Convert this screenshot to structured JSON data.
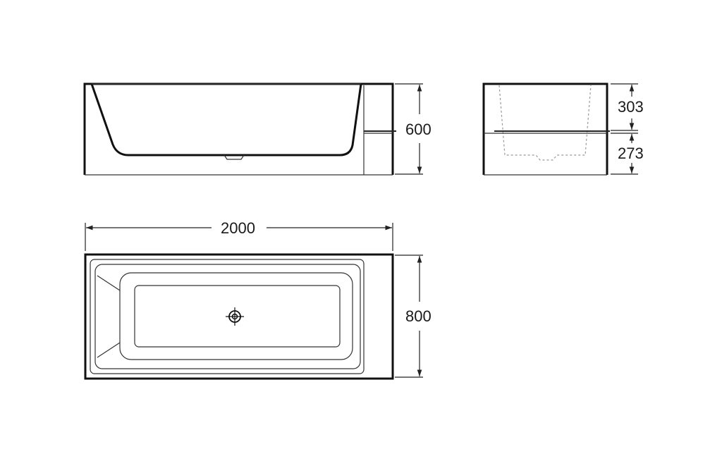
{
  "dimensions": {
    "length": "2000",
    "width": "800",
    "height": "600",
    "upper_height": "303",
    "lower_height": "273"
  },
  "colors": {
    "line": "#111111",
    "thin_line": "#333333",
    "hidden_line": "#999999",
    "background": "#ffffff"
  }
}
